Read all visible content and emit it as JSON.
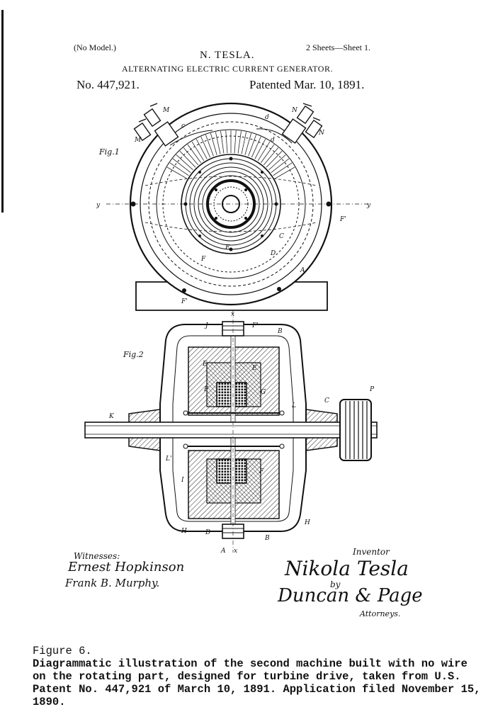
{
  "header": {
    "no_model": "(No Model.)",
    "sheets": "2 Sheets—Sheet 1.",
    "inventor_name": "N. TESLA.",
    "title": "ALTERNATING ELECTRIC CURRENT GENERATOR.",
    "patent_number": "No. 447,921.",
    "patent_date": "Patented Mar. 10, 1891."
  },
  "figures": {
    "fig1_label": "Fig.1",
    "fig2_label": "Fig.2",
    "fig1_letters": [
      "M",
      "M",
      "c",
      "N",
      "N",
      "d",
      "d",
      "y",
      "y",
      "F'",
      "C",
      "E",
      "D",
      "F",
      "A",
      "F'"
    ],
    "fig2_letters": [
      "x",
      "F'",
      "B",
      "J",
      "E",
      "E",
      "F",
      "G",
      "P",
      "K",
      "L",
      "C",
      "L'",
      "I",
      "F",
      "H",
      "D",
      "H",
      "B",
      "A",
      "x"
    ]
  },
  "signatures": {
    "witnesses_label": "Witnesses:",
    "witness1": "Ernest Hopkinson",
    "witness2": "Frank B. Murphy.",
    "inventor_label": "Inventor",
    "inventor_signature": "Nikola Tesla",
    "by": "by",
    "attorney_signature": "Duncan & Page",
    "attorneys_label": "Attorneys."
  },
  "caption": {
    "figure": "Figure 6.",
    "text": "Diagrammatic illustration of the second machine built with no wire on the rotating part, designed for turbine drive, taken from U.S. Patent No. 447,921 of March 10, 1891. Application filed November 15, 1890."
  }
}
